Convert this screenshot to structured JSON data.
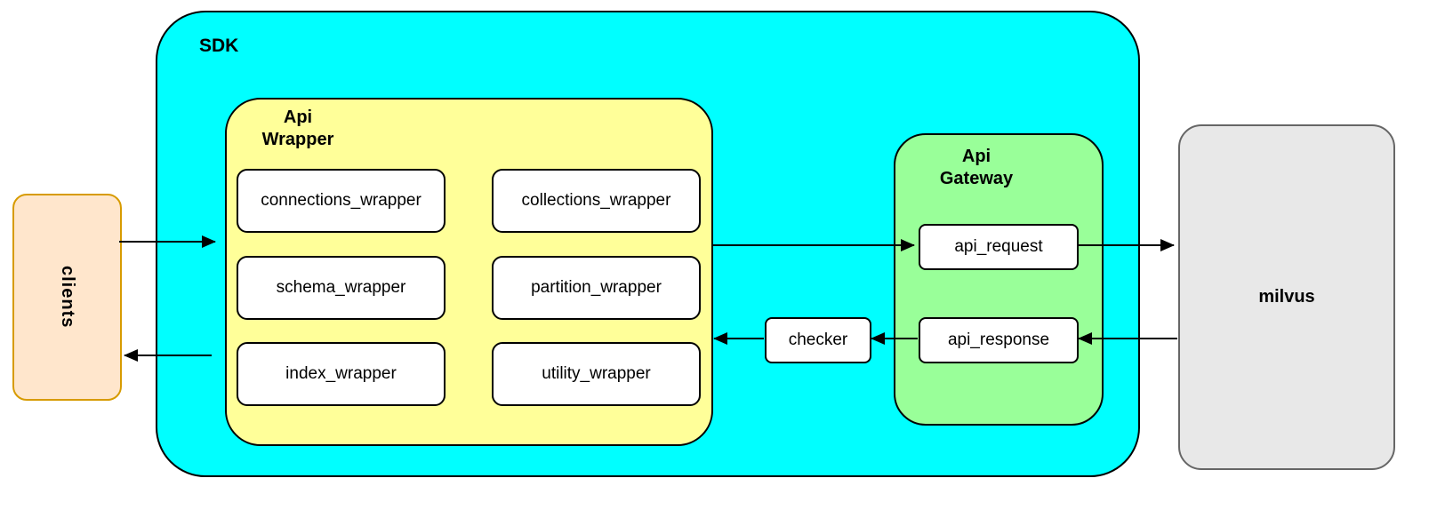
{
  "diagram": {
    "clients": {
      "label": "clients",
      "fill": "#ffe6cc",
      "border": "#d79b00"
    },
    "sdk": {
      "label": "SDK",
      "fill": "#00ffff"
    },
    "api_wrapper": {
      "title": "Api\nWrapper",
      "fill": "#ffff99",
      "wrappers": [
        "connections_wrapper",
        "collections_wrapper",
        "schema_wrapper",
        "partition_wrapper",
        "index_wrapper",
        "utility_wrapper"
      ]
    },
    "checker": {
      "label": "checker"
    },
    "api_gateway": {
      "title": "Api\nGateway",
      "fill": "#99ff99",
      "request": "api_request",
      "response": "api_response"
    },
    "milvus": {
      "label": "milvus",
      "fill": "#e8e8e8"
    },
    "node_fill": "#ffffff",
    "line_color": "#000000",
    "arrows": [
      {
        "from": "clients",
        "to": "api_wrapper",
        "direction": "right"
      },
      {
        "from": "api_wrapper",
        "to": "api_request",
        "direction": "right"
      },
      {
        "from": "api_request",
        "to": "milvus",
        "direction": "right"
      },
      {
        "from": "milvus",
        "to": "api_response",
        "direction": "left"
      },
      {
        "from": "api_response",
        "to": "checker",
        "direction": "left"
      },
      {
        "from": "checker",
        "to": "api_wrapper",
        "direction": "left"
      },
      {
        "from": "sdk",
        "to": "clients",
        "direction": "left"
      }
    ]
  }
}
